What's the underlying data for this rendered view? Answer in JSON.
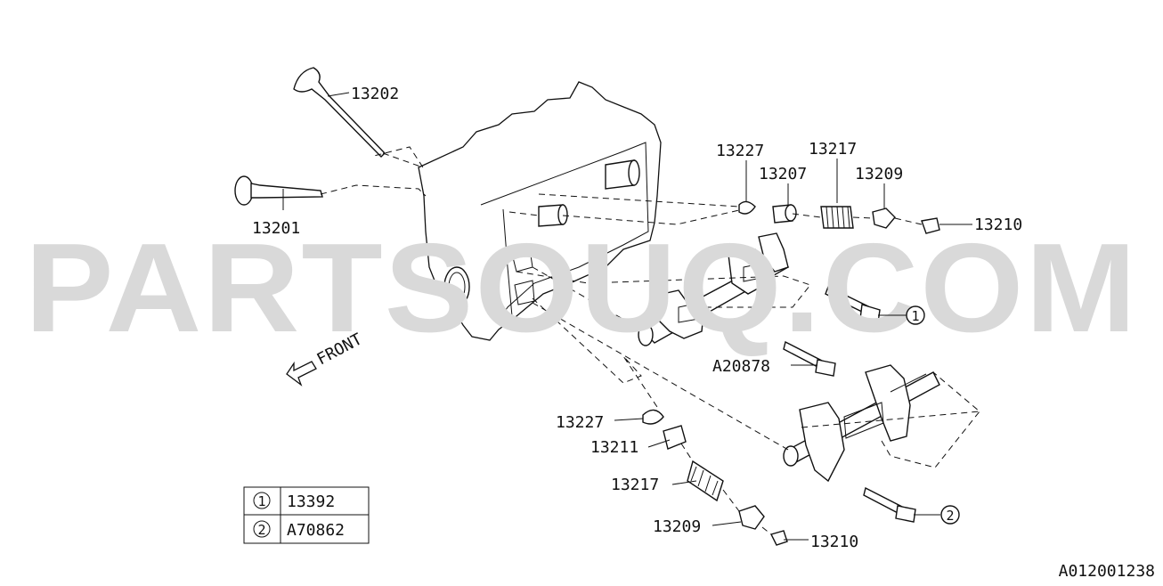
{
  "watermark": "PARTSOUQ.COM",
  "diagram_id": "A012001238",
  "front_label": "FRONT",
  "labels": {
    "p13202": "13202",
    "p13201": "13201",
    "p13227_top": "13227",
    "p13207": "13207",
    "p13217_top": "13217",
    "p13209_top": "13209",
    "p13210_top": "13210",
    "callout1": "1",
    "pA20878": "A20878",
    "p13227_bot": "13227",
    "p13211": "13211",
    "p13217_bot": "13217",
    "p13209_bot": "13209",
    "p13210_bot": "13210",
    "callout2": "2"
  },
  "legend": [
    {
      "key": "1",
      "part": "13392"
    },
    {
      "key": "2",
      "part": "A70862"
    }
  ]
}
